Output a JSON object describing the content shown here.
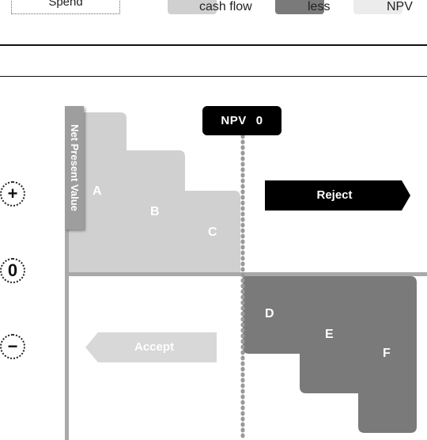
{
  "legend": {
    "spend_label": "Spend",
    "items": [
      {
        "label": "cash flow",
        "color": "#d0d0d0"
      },
      {
        "label": "less",
        "color": "#7a7a7a"
      },
      {
        "label": "NPV",
        "color": "#ececec"
      }
    ]
  },
  "axis": {
    "label": "Net Present Value",
    "threshold_label": "NPV",
    "threshold_value": "0",
    "signs": {
      "plus": "+",
      "zero": "0",
      "minus": "−"
    }
  },
  "projects": [
    {
      "label": "A",
      "group": "positive"
    },
    {
      "label": "B",
      "group": "positive"
    },
    {
      "label": "C",
      "group": "positive"
    },
    {
      "label": "D",
      "group": "negative"
    },
    {
      "label": "E",
      "group": "negative"
    },
    {
      "label": "F",
      "group": "negative"
    }
  ],
  "decisions": {
    "reject_label": "Reject",
    "accept_label": "Accept"
  },
  "colors": {
    "positive": "#d0d0d0",
    "negative": "#7a7a7a",
    "axis": "#a9a9a9",
    "reject": "#000000",
    "accept": "#d8d8d8"
  }
}
